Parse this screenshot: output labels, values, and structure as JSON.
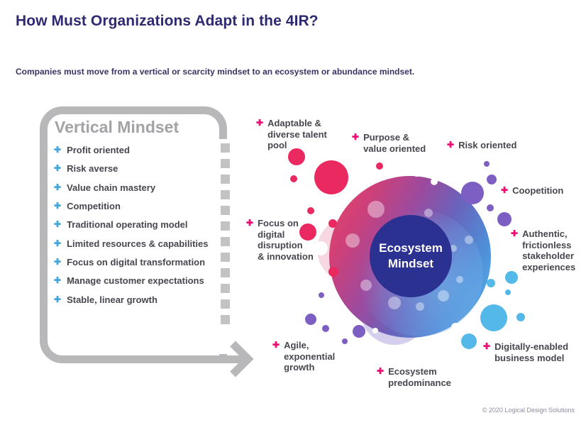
{
  "page": {
    "title": "How Must Organizations Adapt in the 4IR?",
    "subtitle": "Companies must move from a vertical or scarcity mindset to an ecosystem or abundance mindset.",
    "footer": "© 2020 Logical Design Solutions"
  },
  "colors": {
    "ink": "#2e2a72",
    "subtitle": "#3a3464",
    "text": "#47474f",
    "gray-heading": "#a2a2a7",
    "gray-shape": "#b8b8ba",
    "gray-dash": "#c3c3c6",
    "blue-plus": "#41a7da",
    "magenta": "#ec0e73",
    "crimson": "#e9295f",
    "purple": "#7d5ec3",
    "blue": "#54b8e9",
    "center-navy": "#2b3191",
    "footer-gray": "#8e8c9f"
  },
  "vertical_mindset": {
    "title": "Vertical Mindset",
    "items": [
      "Profit oriented",
      "Risk averse",
      "Value chain mastery",
      "Competition",
      "Traditional operating model",
      "Limited resources & capabilities",
      "Focus on digital transformation",
      "Manage customer expectations",
      "Stable, linear growth"
    ]
  },
  "ecosystem": {
    "center_label": "Ecosystem\nMindset",
    "labels": [
      {
        "id": "adaptable-diverse-talent-pool",
        "text": "Adaptable &\ndiverse talent\npool"
      },
      {
        "id": "purpose-value-oriented",
        "text": "Purpose &\nvalue oriented"
      },
      {
        "id": "risk-oriented",
        "text": "Risk oriented"
      },
      {
        "id": "coopetition",
        "text": "Coopetition"
      },
      {
        "id": "authentic-frictionless-stakeholder-experiences",
        "text": "Authentic,\nfrictionless\nstakeholder\nexperiences"
      },
      {
        "id": "digitally-enabled-business-model",
        "text": "Digitally-enabled\nbusiness model"
      },
      {
        "id": "ecosystem-predominance",
        "text": "Ecosystem\npredominance"
      },
      {
        "id": "agile-exponential-growth",
        "text": "Agile,\nexponential\ngrowth"
      },
      {
        "id": "focus-digital-disruption-innovation",
        "text": "Focus on\ndigital\ndisruption\n& innovation"
      }
    ]
  }
}
